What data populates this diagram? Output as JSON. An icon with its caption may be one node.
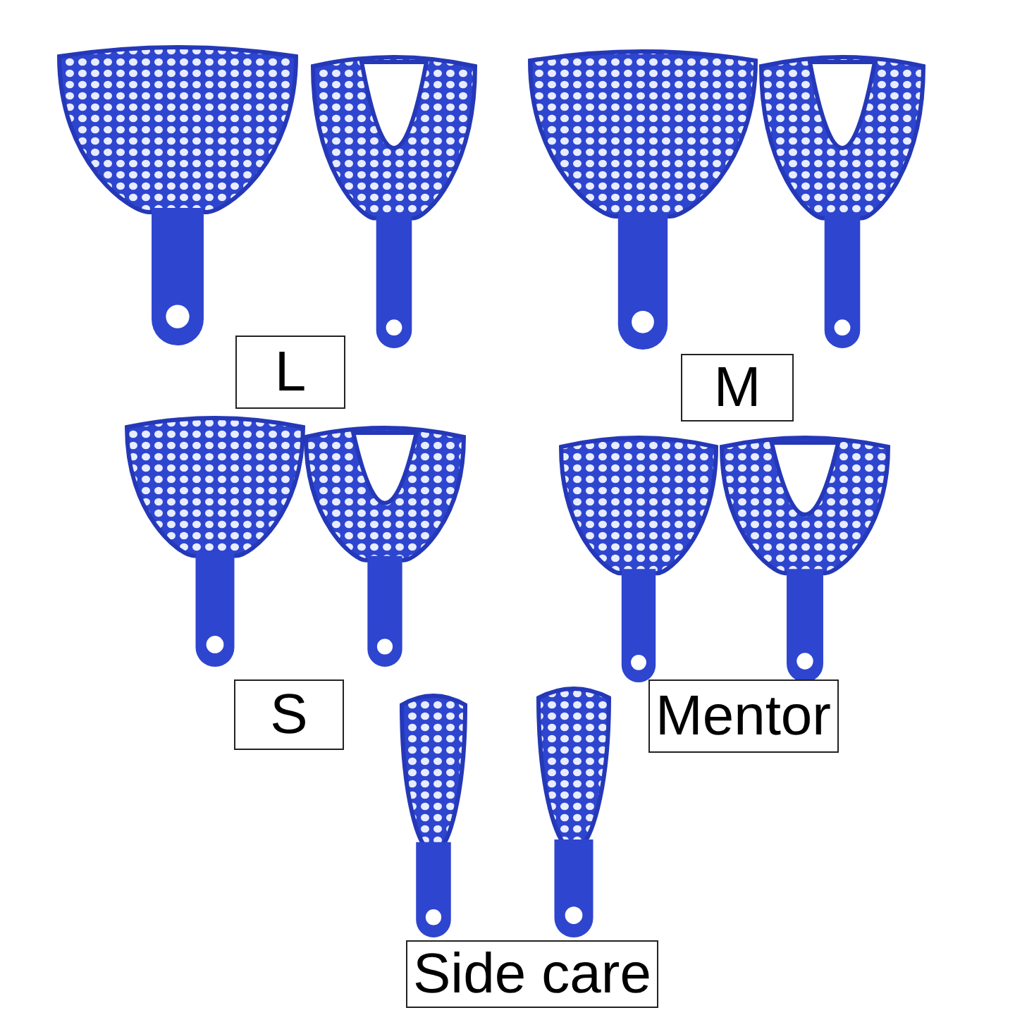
{
  "diagram": {
    "nodes": [
      {
        "text": [
          "L"
        ]
      },
      {
        "text": [
          "M"
        ]
      },
      {
        "text": [
          "S"
        ]
      },
      {
        "text": [
          "Mentor"
        ]
      },
      {
        "text": [
          "Side care"
        ]
      }
    ]
  }
}
